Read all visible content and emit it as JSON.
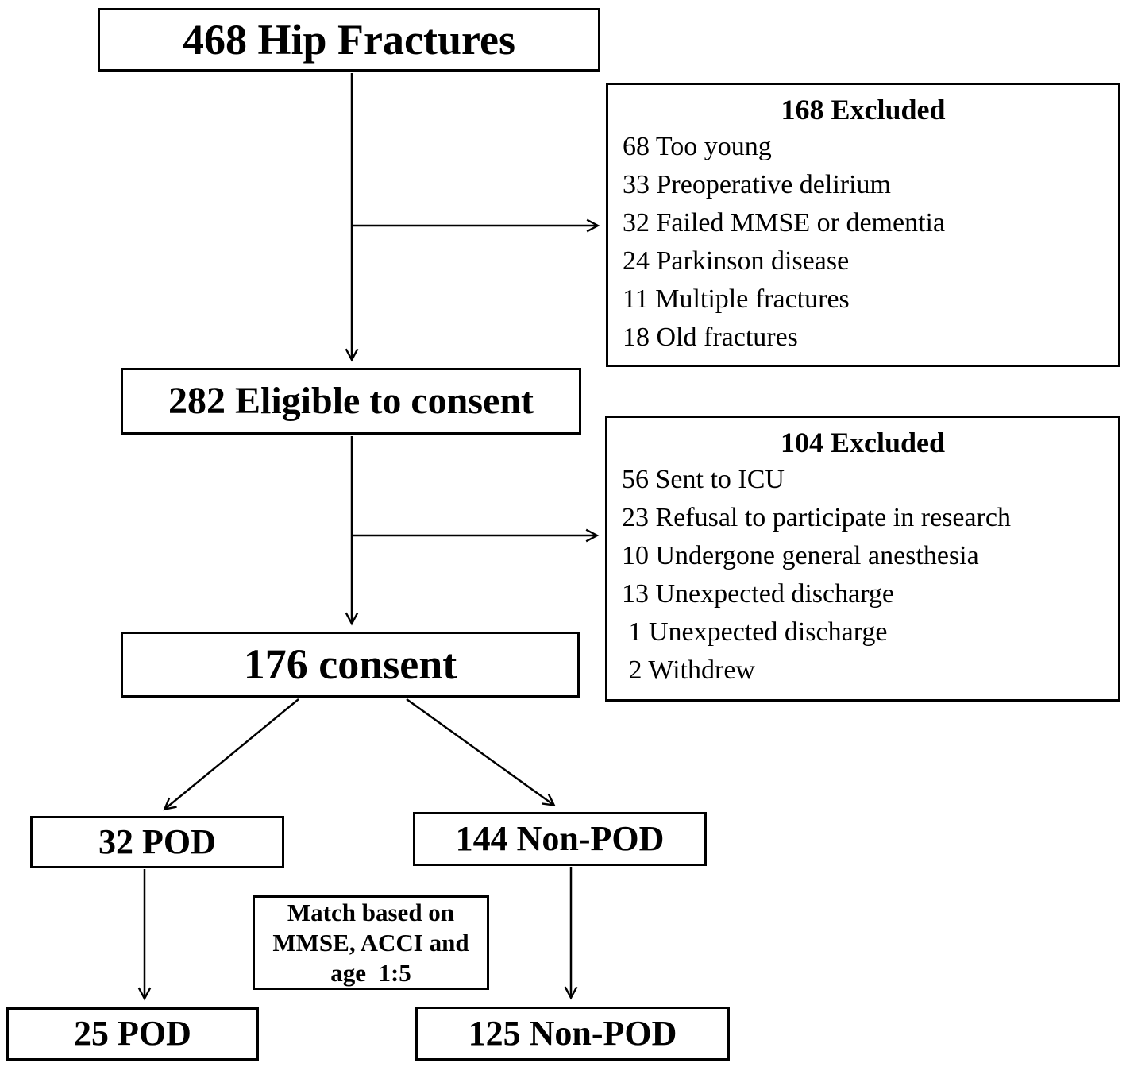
{
  "diagram": {
    "title_box": {
      "label": "468 Hip Fractures"
    },
    "excluded1": {
      "title": "168 Excluded",
      "items": [
        "68 Too young",
        "33 Preoperative delirium",
        "32 Failed MMSE or dementia",
        "24 Parkinson disease",
        "11 Multiple fractures",
        "18 Old fractures"
      ]
    },
    "eligible_box": {
      "label": "282 Eligible to consent"
    },
    "excluded2": {
      "title": "104 Excluded",
      "items": [
        "56 Sent to ICU",
        "23 Refusal to participate in research",
        "10 Undergone general anesthesia",
        "13 Unexpected discharge",
        " 1 Unexpected discharge",
        " 2 Withdrew"
      ]
    },
    "consent_box": {
      "label": "176 consent"
    },
    "pod_box": {
      "label": "32 POD"
    },
    "non_pod_box": {
      "label": "144 Non-POD"
    },
    "match_box": {
      "lines": [
        "Match based on",
        "MMSE, ACCI and",
        "age  1:5"
      ]
    },
    "pod_matched_box": {
      "label": "25 POD"
    },
    "non_pod_matched_box": {
      "label": "125 Non-POD"
    },
    "colors": {
      "line": "#000000",
      "text": "#000000",
      "background": "#ffffff"
    }
  }
}
